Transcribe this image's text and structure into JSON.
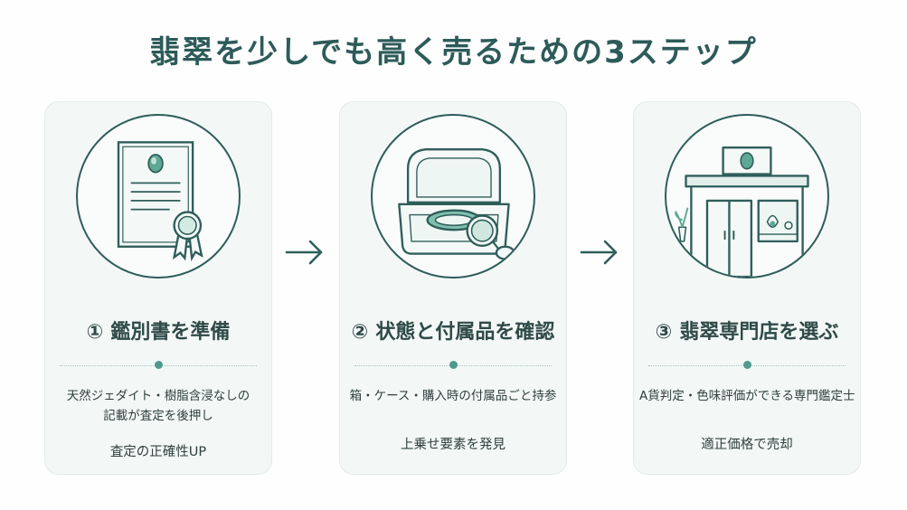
{
  "title": "翡翠を少しでも高く売るための3ステップ",
  "colors": {
    "primary": "#2f5e5a",
    "accent": "#4f9a8d",
    "card_bg": "#f3f8f6"
  },
  "steps": [
    {
      "number": "①",
      "heading": "鑑別書を準備",
      "icon": "certificate-icon",
      "desc_lines": [
        "天然ジェダイト・樹脂含浸なしの",
        "記載が査定を後押し"
      ],
      "result": "査定の正確性UP"
    },
    {
      "number": "②",
      "heading": "状態と付属品を確認",
      "icon": "ring-box-icon",
      "desc_lines": [
        "箱・ケース・購入時の付属品ごと持参"
      ],
      "result": "上乗せ要素を発見"
    },
    {
      "number": "③",
      "heading": "翡翠専門店を選ぶ",
      "icon": "jewelry-store-icon",
      "desc_lines": [
        "A貨判定・色味評価ができる専門鑑定士"
      ],
      "result": "適正価格で売却"
    }
  ]
}
